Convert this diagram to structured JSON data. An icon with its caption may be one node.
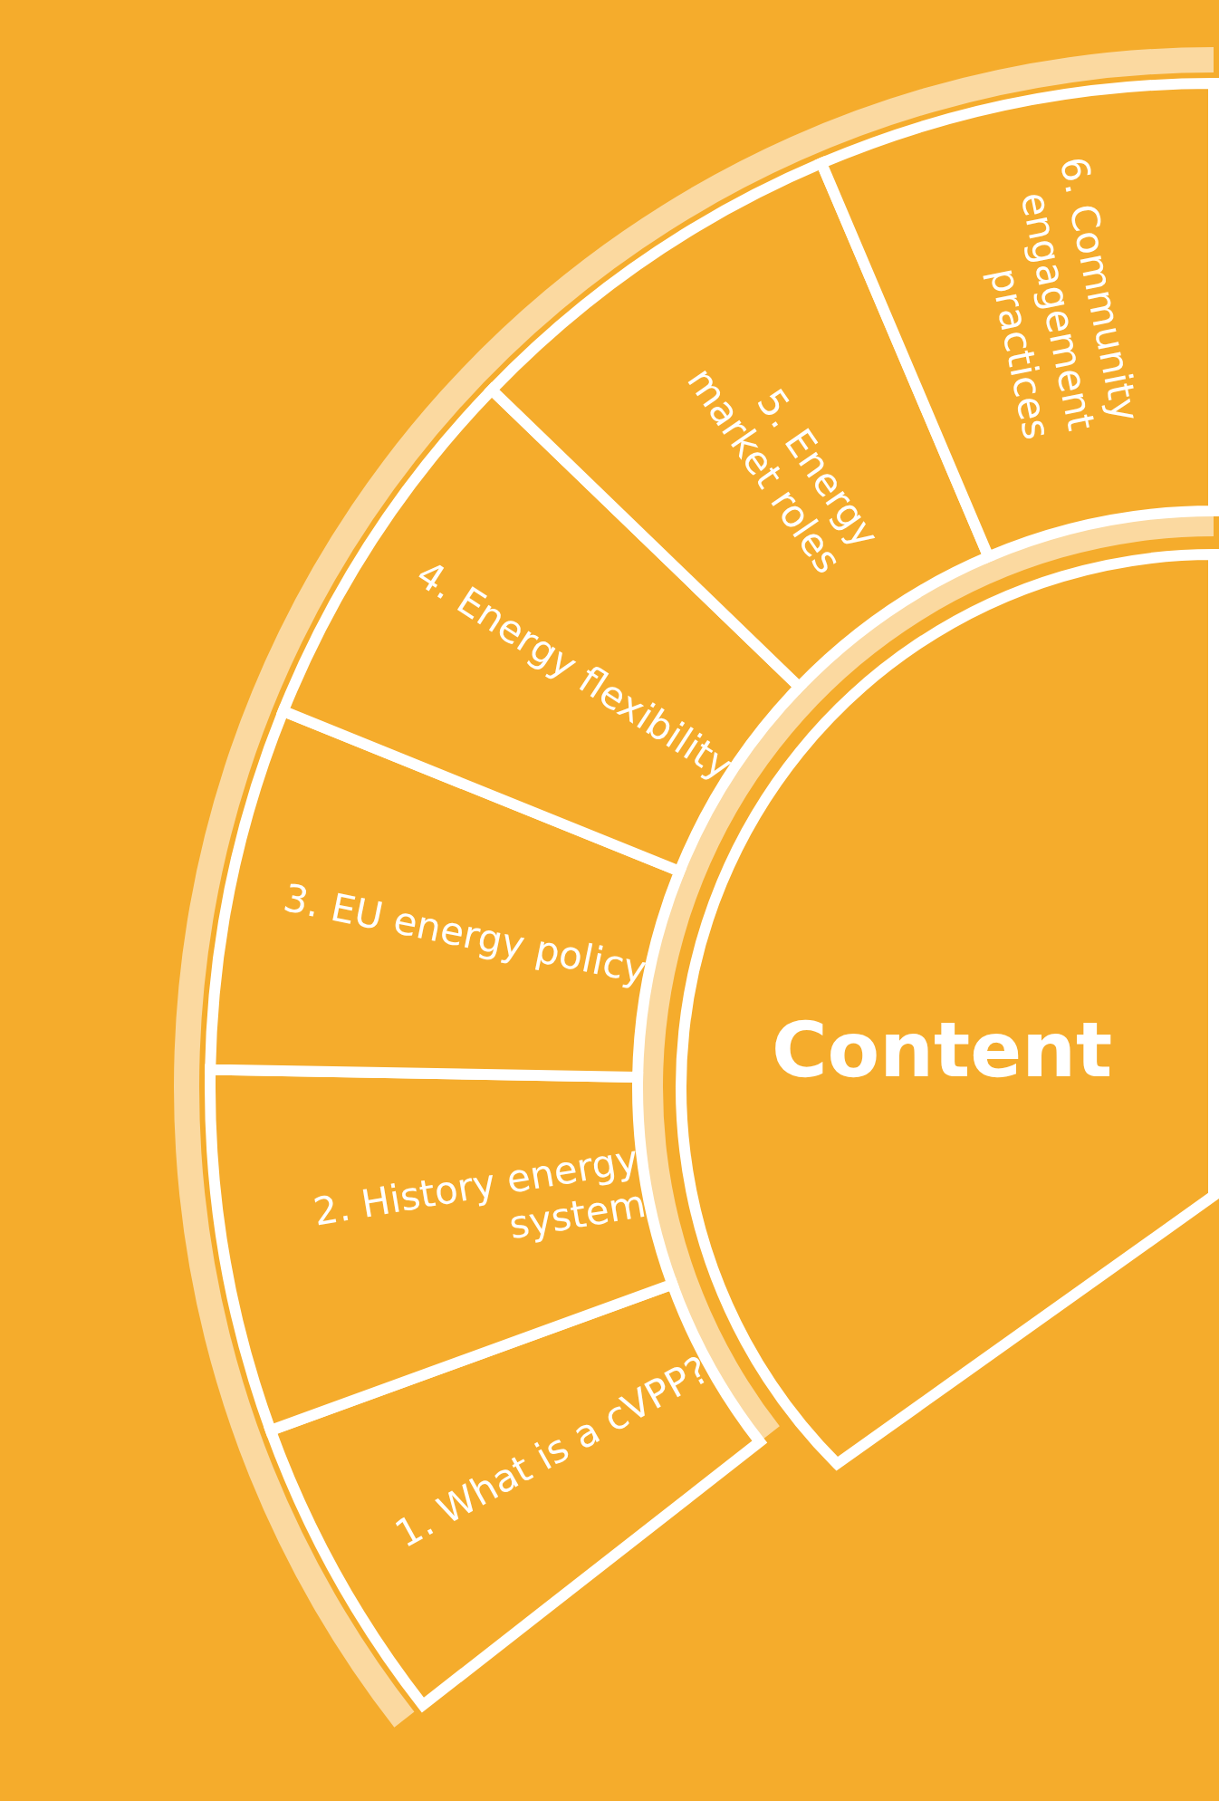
{
  "diagram": {
    "nodes": [
      {
        "text": [
          "1. What is a cVPP?"
        ]
      },
      {
        "text": [
          "2. History energy system"
        ]
      },
      {
        "text": [
          "3. EU energy policy"
        ]
      },
      {
        "text": [
          "4. Energy flexibility"
        ]
      },
      {
        "text": [
          "5. Energy market roles"
        ]
      },
      {
        "text": [
          "6. Community engagement practices"
        ]
      },
      {
        "text": [
          "Content"
        ]
      }
    ]
  }
}
